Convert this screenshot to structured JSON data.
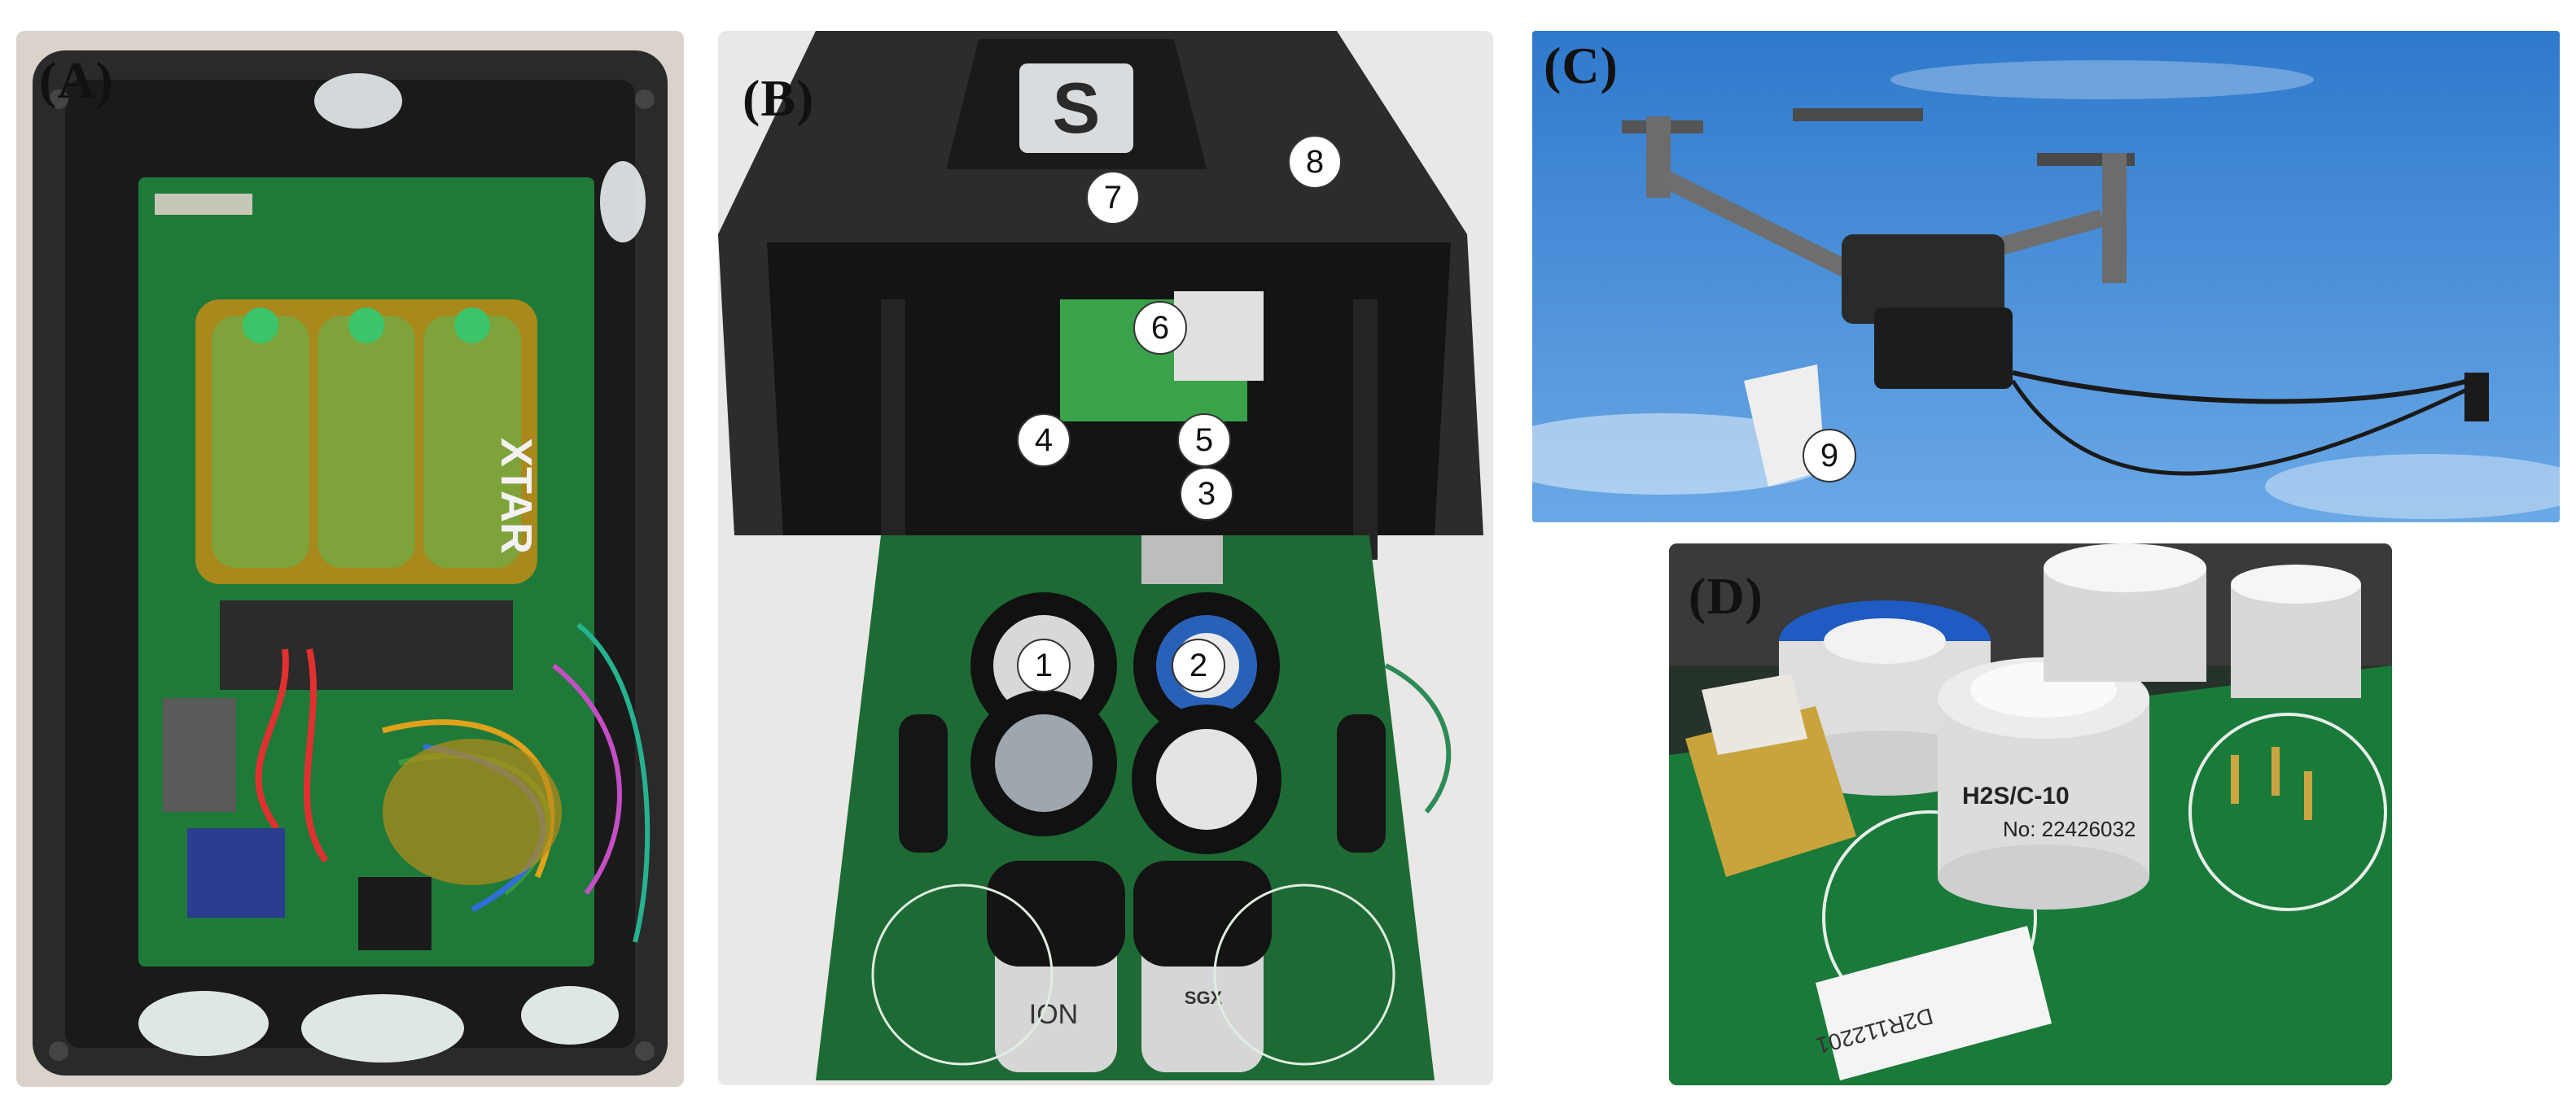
{
  "panels": {
    "a": {
      "label": "(A)"
    },
    "b": {
      "label": "(B)",
      "lid_letter": "S",
      "markers": [
        "1",
        "2",
        "3",
        "4",
        "5",
        "6",
        "7",
        "8"
      ],
      "sensor_text_1": "ION",
      "sensor_text_2": "SGX"
    },
    "c": {
      "label": "(C)",
      "markers": [
        "9"
      ]
    },
    "d": {
      "label": "(D)",
      "sensor_model": "H2S/C-10",
      "sensor_serial": "No: 22426032",
      "sticker_text": "D2R112201"
    }
  },
  "battery_brand": "XTAR",
  "colors": {
    "pcb_green": "#1f7a3a",
    "enclosure_dark": "#2b2b2b",
    "kapton_amber": "#b88a1a",
    "sky_blue": "#3e86d4"
  }
}
